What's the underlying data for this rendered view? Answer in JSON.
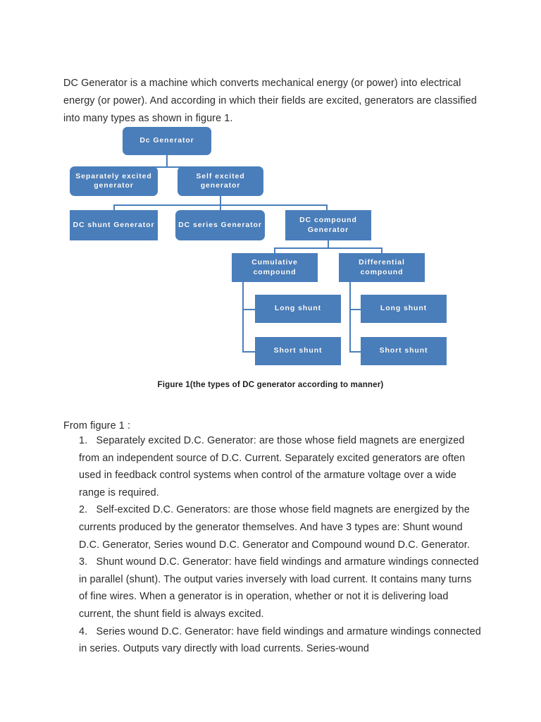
{
  "document": {
    "intro_paragraph": "DC Generator is a machine which converts mechanical energy (or power) into electrical energy (or power). And according in which their fields are excited, generators are classified into many types as shown in figure 1.",
    "from_figure_heading": "From figure 1 :",
    "figure_caption": "Figure 1(the types of DC generator according to manner)"
  },
  "figure": {
    "nodes": {
      "root": "Dc Generator",
      "separately_excited": "Separately excited generator",
      "self_excited": "Self excited generator",
      "dc_shunt": "DC shunt Generator",
      "dc_series": "DC series Generator",
      "dc_compound": "DC compound Generator",
      "cumulative_compound": "Cumulative compound",
      "differential_compound": "Differential compound",
      "cumulative_long_shunt": "Long shunt",
      "cumulative_short_shunt": "Short shunt",
      "differential_long_shunt": "Long shunt",
      "differential_short_shunt": "Short shunt"
    },
    "colors": {
      "node_fill": "#4a7ebb",
      "node_text": "#ffffff",
      "connector": "#4a7ebb"
    }
  },
  "list": {
    "items": [
      {
        "number": "1.",
        "text": "Separately excited D.C. Generator: are those whose field magnets are energized from an independent source of D.C. Current. Separately excited generators are often used in feedback control systems when control of the armature voltage over a wide range is required."
      },
      {
        "number": "2.",
        "text": "Self-excited D.C. Generators: are those whose field magnets are energized by the currents produced by the generator themselves. And have 3 types are: Shunt wound D.C. Generator, Series wound D.C. Generator and Compound wound D.C. Generator."
      },
      {
        "number": "3.",
        "text": "Shunt wound D.C. Generator: have field windings and armature windings connected in parallel (shunt). The output varies inversely with load current. It contains many turns of fine wires. When a generator is in operation, whether or not it is delivering load current, the shunt field is always excited."
      },
      {
        "number": "4.",
        "text": "Series wound D.C. Generator: have field windings and armature windings connected in series. Outputs vary directly with load currents. Series-wound"
      }
    ]
  }
}
